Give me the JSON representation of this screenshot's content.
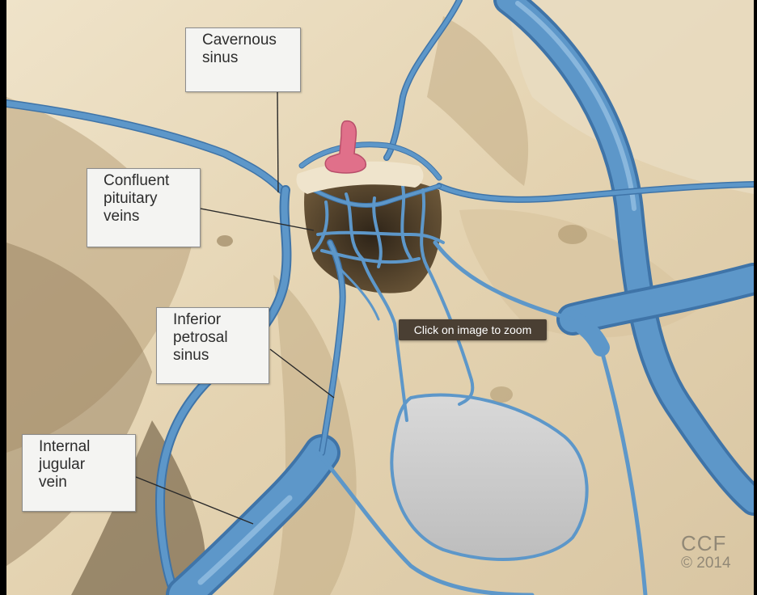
{
  "labels": {
    "cavernous": "Cavernous\nsinus",
    "confluent": "Confluent\npituitary\nveins",
    "inferior": "Inferior\npetrosal\nsinus",
    "jugular": "Internal\njugular\nvein"
  },
  "tooltip": "Click on image to zoom",
  "credit": {
    "line1": "CCF",
    "line2": "© 2014"
  },
  "colors": {
    "vein": "#5d97c9",
    "vein_dark": "#3f74a8",
    "bone_light": "#efe2c8",
    "bone_mid": "#c9b48e",
    "bone_dark": "#6e5b40",
    "pituitary": "#e0708a",
    "tooltip_bg": "#4a3f33"
  }
}
